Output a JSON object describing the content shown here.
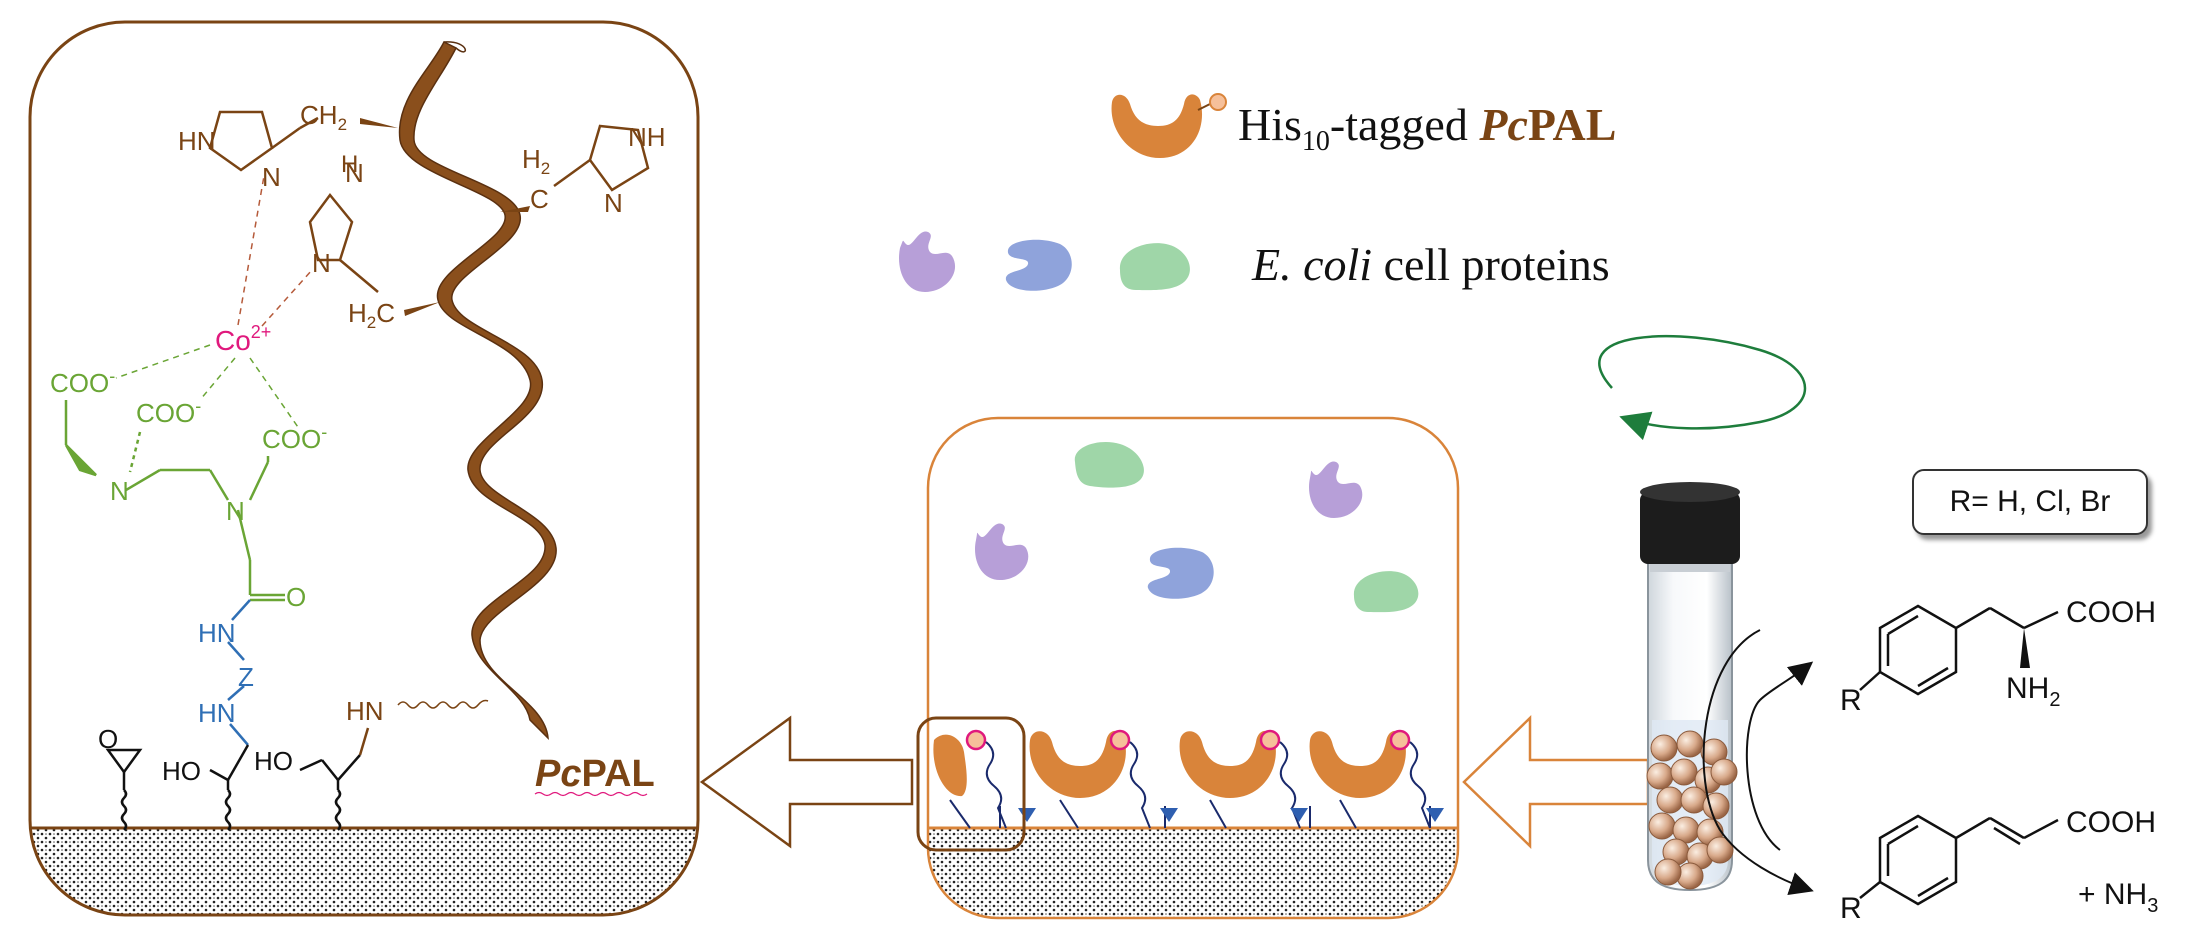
{
  "legend": {
    "his_prefix": "His",
    "his_sub": "10",
    "his_suffix": "-tagged ",
    "pc": "Pc",
    "pal": "PAL",
    "ecoli": "E. coli",
    "cell_proteins": " cell proteins"
  },
  "panel_left": {
    "pcpal_pc": "Pc",
    "pcpal_pal": "PAL",
    "co": "Co",
    "co_charge": "2+",
    "ch2": "CH",
    "ch2_sub": "2",
    "h2c": "H",
    "h2c_sub": "2",
    "h2c_c": "C",
    "h2_c": "H",
    "h2_sub": "2",
    "c_label": "C",
    "hn": "HN",
    "nh": "NH",
    "n": "N",
    "coo": "COO",
    "coo_minus": "-",
    "o_label": "O",
    "z_label": "Z",
    "ho": "HO",
    "o_epoxide": "O"
  },
  "reaction": {
    "r_box": "R= H, Cl, Br",
    "cooh": "COOH",
    "nh2": "NH",
    "nh2_sub": "2",
    "r": "R",
    "plus_nh3": "+  NH",
    "nh3_sub": "3"
  },
  "colors": {
    "brown": "#7a4414",
    "ribbon": "#8a4f1c",
    "enzyme": "#d9843a",
    "magenta": "#e0197d",
    "green": "#6aa535",
    "blue": "#2f6fb5",
    "purple": "#b79fd8",
    "periwinkle": "#8fa3db",
    "mint": "#9fd6a8",
    "arrow_green": "#1e7d3c"
  }
}
